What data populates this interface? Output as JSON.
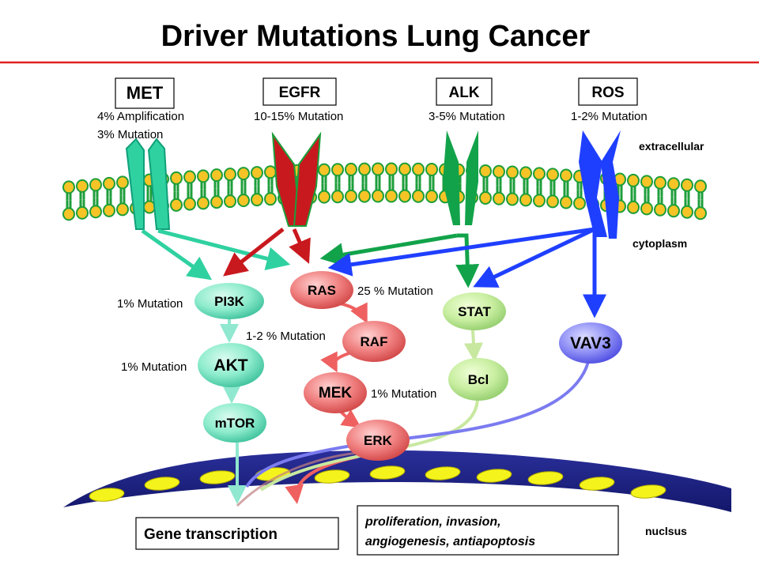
{
  "title": "Driver Mutations Lung Cancer",
  "receptors": [
    {
      "name": "MET",
      "notes": [
        "4% Amplification",
        "3% Mutation"
      ]
    },
    {
      "name": "EGFR",
      "notes": [
        "10-15% Mutation"
      ]
    },
    {
      "name": "ALK",
      "notes": [
        "3-5% Mutation"
      ]
    },
    {
      "name": "ROS",
      "notes": [
        "1-2% Mutation"
      ]
    }
  ],
  "locations": {
    "extracellular": "extracellular",
    "cytoplasm": "cytoplasm",
    "nucleus": "nuclsus"
  },
  "nodes": {
    "pi3k": "PI3K",
    "akt": "AKT",
    "mtor": "mTOR",
    "ras": "RAS",
    "raf": "RAF",
    "mek": "MEK",
    "erk": "ERK",
    "stat": "STAT",
    "bcl": "Bcl",
    "vav3": "VAV3"
  },
  "mutation_labels": {
    "pi3k": "1% Mutation",
    "akt": "1% Mutation",
    "ras": "25 % Mutation",
    "raf": "1-2 % Mutation",
    "mek": "1% Mutation"
  },
  "outputs": {
    "gene_transcription": "Gene transcription",
    "outcomes": [
      "proliferation, invasion,",
      "angiogenesis, antiapoptosis"
    ]
  },
  "colors": {
    "title_rule": "#e02020",
    "met": "#2fd1a0",
    "egfr": "#c8191e",
    "alk": "#12a34a",
    "ros": "#1f3fff",
    "membrane_head": "#f6c426",
    "membrane_tail": "#1d9e3a",
    "pi3k_path": "#8fe8cf",
    "ras_path": "#ef6060",
    "stat_path": "#c8e8a0",
    "vav3": "#5f5fee",
    "nucleus": "#1a1f8a",
    "nucleolus": "#f4f41c"
  }
}
